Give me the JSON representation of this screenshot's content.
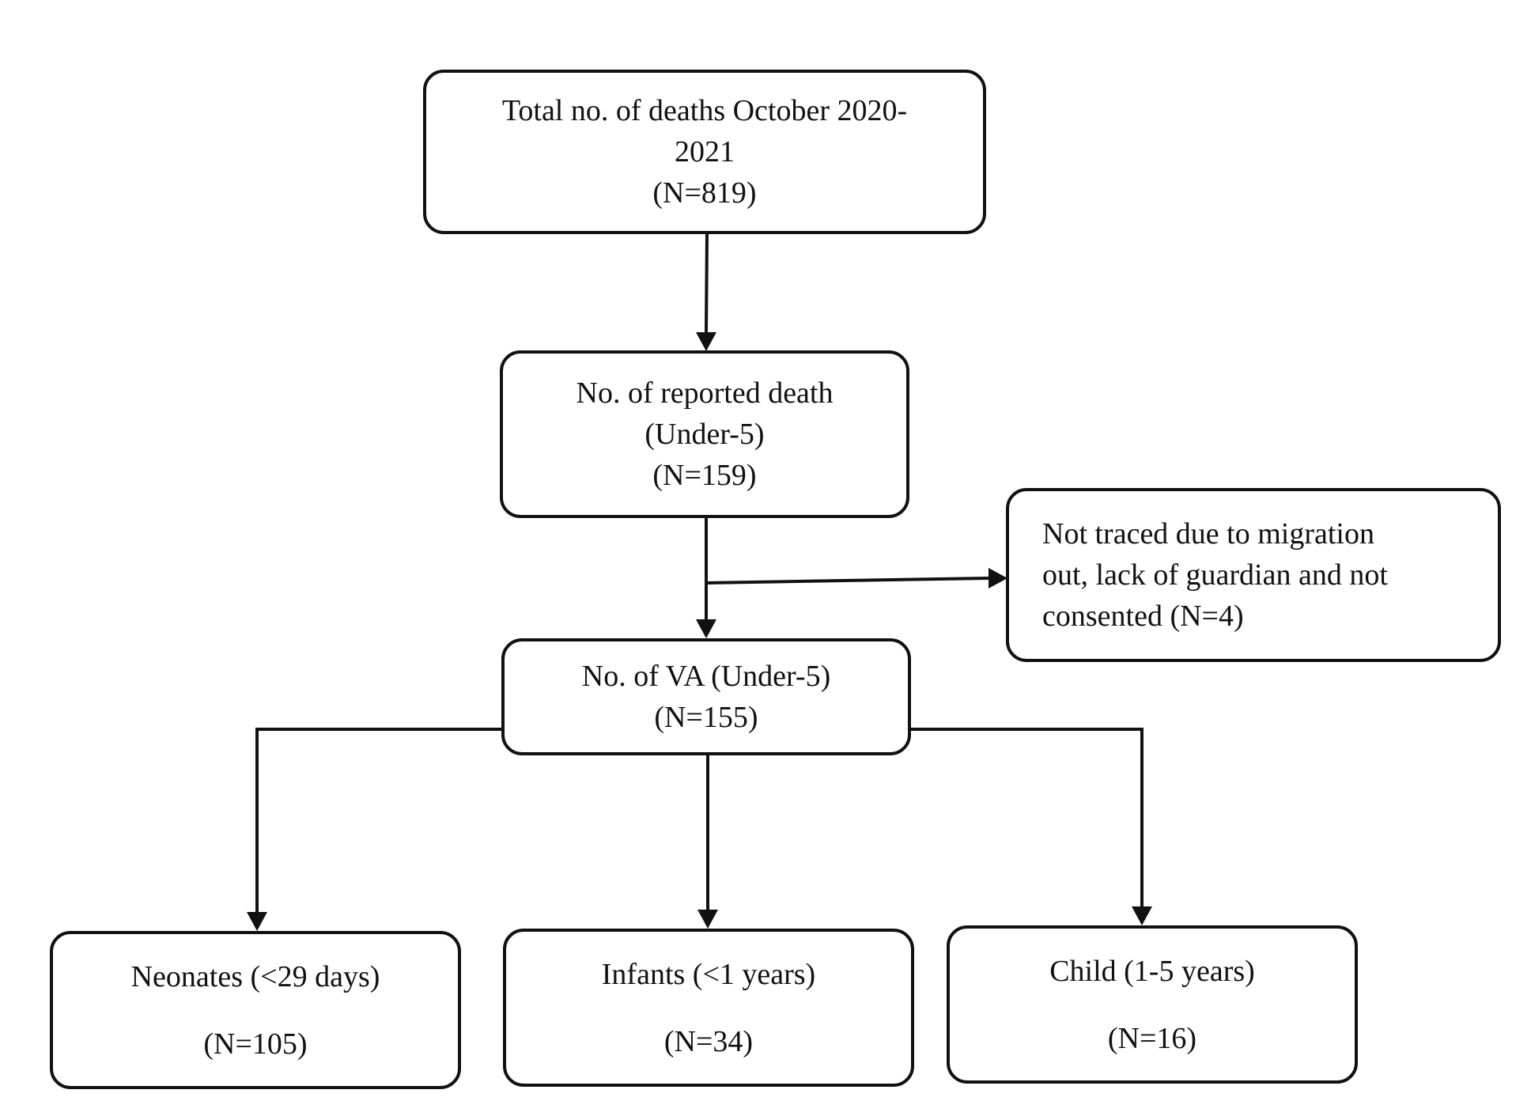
{
  "flowchart": {
    "total": {
      "line1": "Total no. of deaths October 2020-",
      "line2": "2021",
      "count": "(N=819)"
    },
    "reported": {
      "line1": "No. of reported death",
      "line2": "(Under-5)",
      "count": "(N=159)"
    },
    "excluded": {
      "line1": "Not traced due to migration",
      "line2": "out, lack of guardian and not",
      "line3": "consented (N=4)"
    },
    "va": {
      "line1": "No. of VA (Under-5)",
      "count": "(N=155)"
    },
    "neonates": {
      "label": "Neonates (<29 days)",
      "count": "(N=105)"
    },
    "infants": {
      "label": "Infants (<1 years)",
      "count": "(N=34)"
    },
    "child": {
      "label": "Child (1-5 years)",
      "count": "(N=16)"
    }
  },
  "colors": {
    "stroke": "#111111",
    "background": "#ffffff"
  }
}
